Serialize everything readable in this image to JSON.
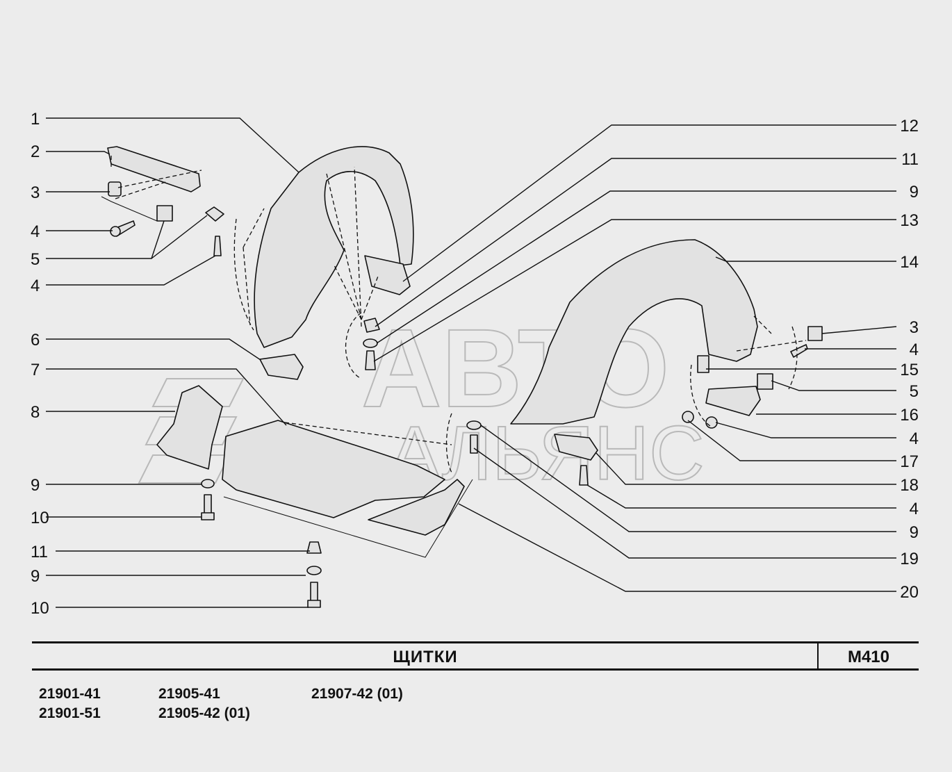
{
  "title": "ЩИТКИ",
  "code": "M410",
  "watermark": {
    "line1": "АВТО",
    "line2": "АЛЬЯНС"
  },
  "models": [
    "21901-41",
    "21901-51",
    "21905-41",
    "21905-42 (01)",
    "21907-42 (01)"
  ],
  "callouts_left": [
    "1",
    "2",
    "3",
    "4",
    "5",
    "4",
    "6",
    "7",
    "8",
    "9",
    "10",
    "11",
    "9",
    "10"
  ],
  "callouts_right": [
    "12",
    "11",
    "9",
    "13",
    "14",
    "3",
    "4",
    "15",
    "5",
    "16",
    "4",
    "17",
    "18",
    "4",
    "9",
    "19",
    "20"
  ]
}
